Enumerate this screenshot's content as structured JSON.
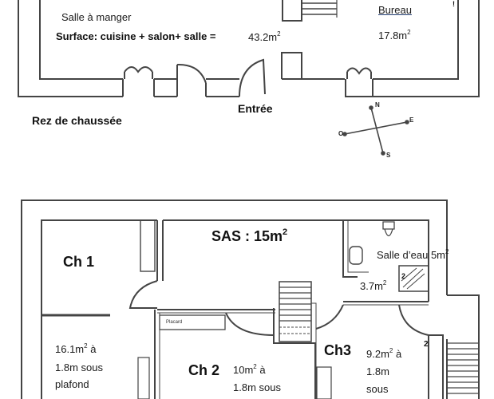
{
  "ground_floor": {
    "title": "Rez de chaussée",
    "dining_label": "Salle à manger",
    "surface_label": "Surface: cuisine + salon+ salle =",
    "surface_value": "43.2m",
    "surface_sup": "2",
    "office_label": "Bureau",
    "office_value": "17.8m",
    "office_sup": "2",
    "entrance_label": "Entrée",
    "stray_mark": "!"
  },
  "compass": {
    "north": "N",
    "east": "E",
    "south": "S",
    "west": "O"
  },
  "upper_floor": {
    "sas_label": "SAS : 15m",
    "sas_sup": "2",
    "ch1": {
      "label": "Ch 1",
      "line1": "16.1m",
      "line1_sup": "2",
      "line1_suffix": " à",
      "line2": "1.8m sous",
      "line3": "plafond"
    },
    "ch2": {
      "label": "Ch 2",
      "line1": "10m",
      "line1_sup": "2",
      "line1_suffix": " à",
      "line2": "1.8m sous",
      "placard": "Placard"
    },
    "ch3": {
      "label": "Ch3",
      "line1": "9.2m",
      "line1_sup": "2",
      "line1_suffix": " à",
      "line2": "1.8m",
      "line3": "sous"
    },
    "bathroom": {
      "label": "Salle d’eau 5m",
      "sup": "2"
    },
    "wc": {
      "value": "3.7m",
      "sup": "2",
      "mark": "2"
    },
    "landing_mark": "2"
  }
}
